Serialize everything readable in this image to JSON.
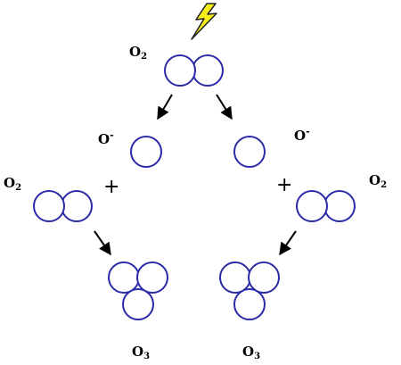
{
  "colors": {
    "atom_stroke": "#2b2ba8",
    "atom_fill": "#ffffff",
    "arrow": "#000000",
    "lightning_fill": "#f7ee1a",
    "lightning_stroke": "#222222"
  },
  "icons": {
    "energy": "lightning-bolt-icon"
  },
  "labels": {
    "top_o2": {
      "base": "O",
      "sub": "2"
    },
    "o_radical_left": {
      "base": "O",
      "sup": "-"
    },
    "o_radical_right": {
      "base": "O",
      "sup": "-"
    },
    "o2_left": {
      "base": "O",
      "sub": "2"
    },
    "o2_right": {
      "base": "O",
      "sub": "2"
    },
    "plus_left": "+",
    "plus_right": "+",
    "o3_left": {
      "base": "O",
      "sub": "3"
    },
    "o3_right": {
      "base": "O",
      "sub": "3"
    }
  }
}
